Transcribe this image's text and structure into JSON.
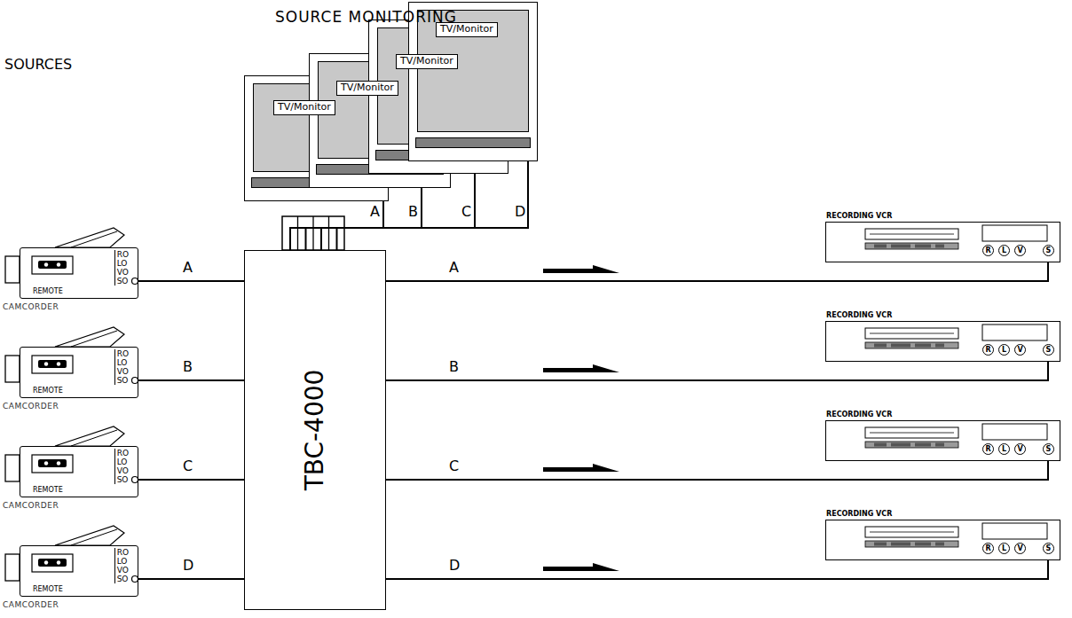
{
  "diagram": {
    "title": "SOURCE MONITORING",
    "nodes": [
      {
        "text": [
          "TV/Monitor"
        ]
      },
      {
        "text": [
          "TV/Monitor"
        ]
      },
      {
        "text": [
          "TV/Monitor"
        ]
      },
      {
        "text": [
          "TV/Monitor"
        ]
      },
      {
        "text": [
          "RO LO VO SO",
          "REMOTE",
          "CAMCORDER"
        ]
      },
      {
        "text": [
          "RO LO VO SO",
          "REMOTE",
          "CAMCORDER"
        ]
      },
      {
        "text": [
          "RO LO VO SO",
          "REMOTE",
          "CAMCORDER"
        ]
      },
      {
        "text": [
          "RO LO VO SO",
          "REMOTE",
          "CAMCORDER"
        ]
      },
      {
        "text": [
          "TBC-4000"
        ]
      },
      {
        "text": [
          "RECORDING VCR",
          "R",
          "L",
          "V",
          "S"
        ]
      },
      {
        "text": [
          "RECORDING VCR",
          "R",
          "L",
          "V",
          "S"
        ]
      },
      {
        "text": [
          "RECORDING VCR",
          "R",
          "L",
          "V",
          "S"
        ]
      },
      {
        "text": [
          "RECORDING VCR",
          "R",
          "L",
          "V",
          "S"
        ]
      }
    ],
    "edges": [
      {
        "from": 4,
        "to": 8,
        "label": "A",
        "arrow": "none"
      },
      {
        "from": 5,
        "to": 8,
        "label": "B",
        "arrow": "none"
      },
      {
        "from": 6,
        "to": 8,
        "label": "C",
        "arrow": "none"
      },
      {
        "from": 7,
        "to": 8,
        "label": "D",
        "arrow": "none"
      },
      {
        "from": 8,
        "to": 9,
        "label": "A",
        "arrow": "none"
      },
      {
        "from": 8,
        "to": 10,
        "label": "B",
        "arrow": "none"
      },
      {
        "from": 8,
        "to": 11,
        "label": "C",
        "arrow": "none"
      },
      {
        "from": 8,
        "to": 12,
        "label": "D",
        "arrow": "none"
      },
      {
        "from": 8,
        "to": 0,
        "label": "A",
        "arrow": "none"
      },
      {
        "from": 8,
        "to": 1,
        "label": "B",
        "arrow": "none"
      },
      {
        "from": 8,
        "to": 2,
        "label": "C",
        "arrow": "none"
      },
      {
        "from": 8,
        "to": 3,
        "label": "D",
        "arrow": "none"
      }
    ],
    "labels": [
      "SOURCES"
    ]
  }
}
